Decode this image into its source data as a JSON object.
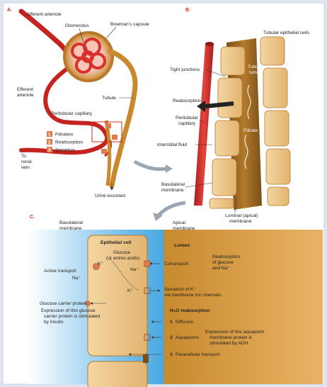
{
  "panels": {
    "a": "A.",
    "b": "B.",
    "c": "C."
  },
  "panel_a": {
    "afferent": "Afferent arteriole",
    "glomerulus": "Glomerulus",
    "bowman": "Bowman's capsule",
    "efferent_1": "Efferent",
    "efferent_2": "arteriole",
    "tubule": "Tubule",
    "peritubular": "Peritubular capillary",
    "to_renal_1": "To",
    "to_renal_2": "renal",
    "to_renal_3": "vein",
    "urine": "Urine excreted",
    "legend": [
      {
        "num": "1",
        "label": "Filtration"
      },
      {
        "num": "2",
        "label": "Reabsorption"
      },
      {
        "num": "3",
        "label": "Secretion"
      }
    ]
  },
  "panel_b": {
    "tubular_epithelial": "Tubular epithelial cells",
    "tight_junctions": "Tight junctions",
    "tubule_1": "Tubule",
    "tubule_2": "lumen",
    "reabsorption": "Reabsorption",
    "peri_1": "Peritubular",
    "peri_2": "capillary",
    "filtrate": "Filtrate",
    "interstitial": "Interstitial fluid",
    "baso_1": "Basolateral",
    "baso_2": "membrane",
    "lum_1": "Luminal (apical)",
    "lum_2": "membrane"
  },
  "panel_c": {
    "baso_1": "Basolateral",
    "baso_2": "membrane",
    "apical_1": "Apical",
    "apical_2": "membrane",
    "epithelial_cell": "Epithelial cell",
    "lumen": "Lumen",
    "glucose_1": "Glucose",
    "glucose_2": "(or amino acids)",
    "k_top": "K⁺",
    "na_right": "Na⁺",
    "cotransport": "Cotransport",
    "reab_1": "Reabsorption",
    "reab_2": "of glucose",
    "reab_3": "and Na⁺",
    "active_transport": "Active transport",
    "na_left": "Na⁺",
    "k_mid": "K⁺",
    "secretion_1": "Secretion of K⁺",
    "secretion_2": "via membrane ion channels",
    "glucose_carrier": "Glucose carrier protein",
    "note_glucose_1": "Expression of this glucose",
    "note_glucose_2": "carrier protein is stimulated",
    "note_glucose_3": "by insulin.",
    "h2o_title": "H₂O reabsorption",
    "diffusion": "Diffusion",
    "aquaporins": "Aquaporins",
    "paracellular": "Paracellular transport",
    "num_1": "1",
    "num_2": "2",
    "num_3": "3",
    "note_aqua_1": "Expression of this aquaporin",
    "note_aqua_2": "membrane protein is",
    "note_aqua_3": "stimulated by ADH."
  },
  "colors": {
    "panel_bg": "#dfe6ef",
    "vessel": "#d8302b",
    "tubule": "#c98a2e",
    "cell": "#e9c38a",
    "lumen": "#c4842a",
    "accent_label": "#d62a1e",
    "legend_num_bg": "#e07a4d"
  }
}
